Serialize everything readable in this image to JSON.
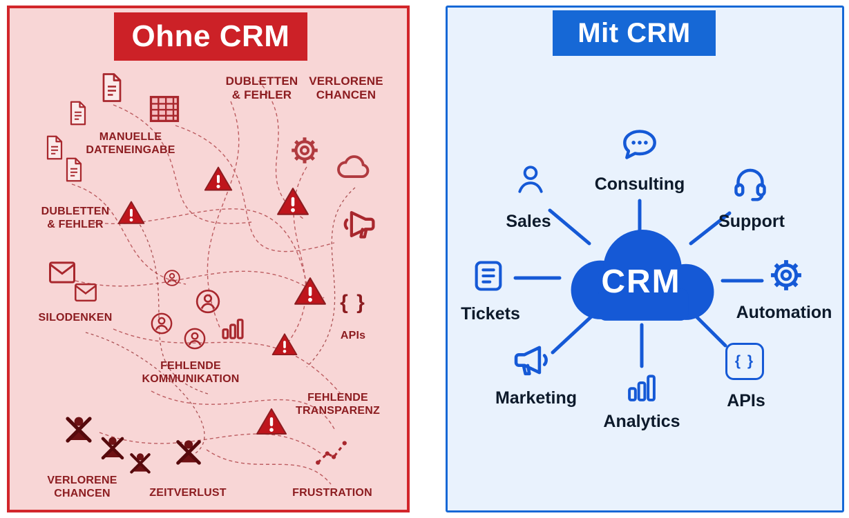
{
  "left_panel": {
    "title": "Ohne CRM",
    "labels": {
      "manuelle_dateneingabe": "MANUELLE\nDATENEINGABE",
      "dubletten_fehler_top": "DUBLETTEN\n& FEHLER",
      "verlorene_chancen_top": "VERLORENE\nCHANCEN",
      "dubletten_fehler_left": "DUBLETTEN\n& FEHLER",
      "silodenken": "SILODENKEN",
      "fehlende_kommunikation": "FEHLENDE\nKOMMUNIKATION",
      "apis_glyph": "{ }",
      "apis": "APIs",
      "fehlende_transparenz": "FEHLENDE\nTRANSPARENZ",
      "verlorene_chancen_bottom": "VERLORENE\nCHANCEN",
      "zeitverlust": "ZEITVERLUST",
      "frustration": "FRUSTRATION"
    },
    "colors": {
      "border": "#d2262b",
      "background": "#f8d6d6",
      "banner": "#cc2127",
      "text": "#8c1c20",
      "icon_stroke": "#a8272d",
      "warning_fill": "#bf151c"
    },
    "icons": [
      "document-icon",
      "spreadsheet-icon",
      "gear-icon",
      "warning-icon",
      "cloud-icon",
      "megaphone-icon",
      "envelope-icon",
      "person-icon",
      "bar-chart-icon",
      "braces-icon",
      "crossed-person-icon",
      "scatter-trend-icon"
    ]
  },
  "right_panel": {
    "title": "Mit CRM",
    "center_label": "CRM",
    "apis_glyph": "{ }",
    "colors": {
      "border": "#1668d6",
      "background": "#e9f2fd",
      "banner": "#1668d6",
      "accent": "#1559d6",
      "text": "#0d1a2b"
    },
    "nodes": [
      {
        "label": "Sales",
        "icon": "person-icon"
      },
      {
        "label": "Consulting",
        "icon": "chat-bubble-icon"
      },
      {
        "label": "Support",
        "icon": "headset-icon"
      },
      {
        "label": "Tickets",
        "icon": "ticket-icon"
      },
      {
        "label": "Automation",
        "icon": "gear-icon"
      },
      {
        "label": "Marketing",
        "icon": "megaphone-icon"
      },
      {
        "label": "Analytics",
        "icon": "bar-chart-icon"
      },
      {
        "label": "APIs",
        "icon": "braces-icon"
      }
    ]
  }
}
